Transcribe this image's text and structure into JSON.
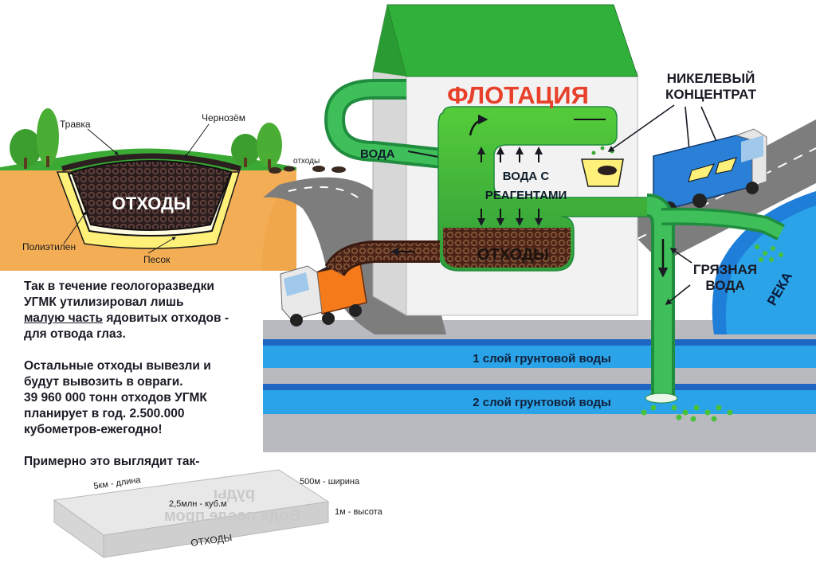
{
  "colors": {
    "soil": "#f0a64a",
    "grass": "#3aaa35",
    "dark_earth": "#2b1f20",
    "sand": "#fff07a",
    "road": "#7d7d7d",
    "house_wall": "#f2f2f2",
    "roof": "#31b13a",
    "pipe_green": "#2fa84a",
    "flotation_fill": "#3bbb3e",
    "waste_brown": "#5a2b1f",
    "water_blue": "#2aa3e8",
    "water_dark": "#1f66c2",
    "ground_gray": "#b9b9c0",
    "title_red": "#e8402a",
    "truck_blue": "#2a7fd6",
    "truck_orange": "#f47a1a"
  },
  "labels": {
    "travka": "Травка",
    "chernozem": "Чернозём",
    "othody_small": "отходы",
    "othody_pit": "ОТХОДЫ",
    "polietilen": "Полиэтилен",
    "pesok": "Песок",
    "flotation": "ФЛОТАЦИЯ",
    "nickel_1": "НИКЕЛЕВЫЙ",
    "nickel_2": "КОНЦЕНТРАТ",
    "voda": "ВОДА",
    "reagents_1": "ВОДА С",
    "reagents_2": "РЕАГЕНТАМИ",
    "othody_tank": "ОТХОДЫ",
    "dirty_1": "ГРЯЗНАЯ",
    "dirty_2": "ВОДА",
    "reka": "РЕКА",
    "layer1": "1 слой грунтовой воды",
    "layer2": "2 слой грунтовой воды"
  },
  "text": {
    "p1_line1": "Так в течение геологоразведки",
    "p1_line2": "УГМК утилизировал лишь",
    "p1_line3_u": "малую часть",
    "p1_line3_rest": " ядовитых отходов -",
    "p1_line4": "для отвода глаз.",
    "p2_line1": "Остальные отходы вывезли и",
    "p2_line2": "будут вывозить в овраги.",
    "p2_line3": "39 960 000 тонн отходов УГМК",
    "p2_line4": "планирует в год. 2.500.000",
    "p2_line5": "кубометров-ежегодно!",
    "p3": "Примерно это выглядит так-"
  },
  "slab": {
    "length": "5км - длина",
    "width": "500м - ширина",
    "volume": "2,5млн - куб.м",
    "height": "1м - высота",
    "name": "ОТХОДЫ"
  },
  "show_through": {
    "line1": "руды",
    "line2": "Вода после пром"
  }
}
